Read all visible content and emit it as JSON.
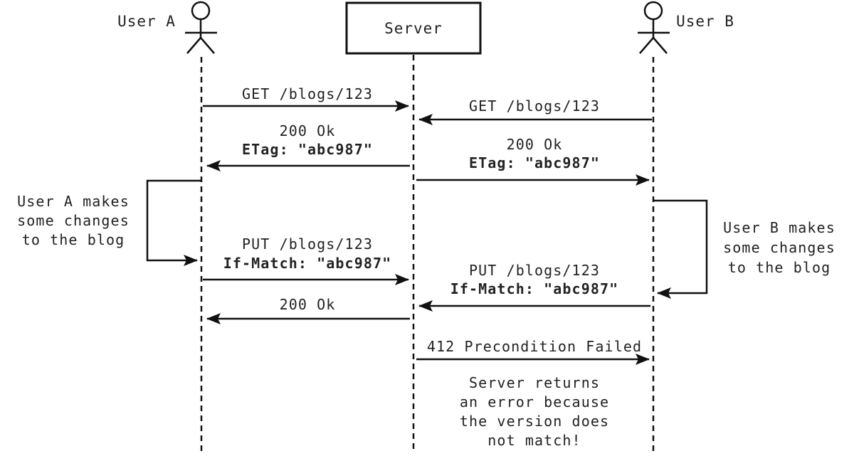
{
  "actors": {
    "user_a": {
      "label": "User A"
    },
    "server": {
      "label": "Server"
    },
    "user_b": {
      "label": "User B"
    }
  },
  "lane_a_server": {
    "get": "GET /blogs/123",
    "ok": "200 Ok",
    "etag": "ETag: \"abc987\"",
    "put": "PUT /blogs/123",
    "if_match": "If-Match: \"abc987\"",
    "ok2": "200 Ok"
  },
  "lane_server_b": {
    "get": "GET /blogs/123",
    "ok": "200 Ok",
    "etag": "ETag: \"abc987\"",
    "put": "PUT /blogs/123",
    "if_match": "If-Match: \"abc987\"",
    "precondition_failed": "412 Precondition Failed"
  },
  "notes": {
    "user_a_changes": {
      "lines": [
        "User A makes",
        "some changes",
        "to the blog"
      ]
    },
    "user_b_changes": {
      "lines": [
        "User B makes",
        "some changes",
        "to the blog"
      ]
    },
    "error": {
      "lines": [
        "Server returns",
        "an error because",
        "the version does",
        "not match!"
      ]
    }
  },
  "colors": {
    "ink": "#111111",
    "success_green": "#1ec81e",
    "warning_orange": "#f6891e"
  }
}
